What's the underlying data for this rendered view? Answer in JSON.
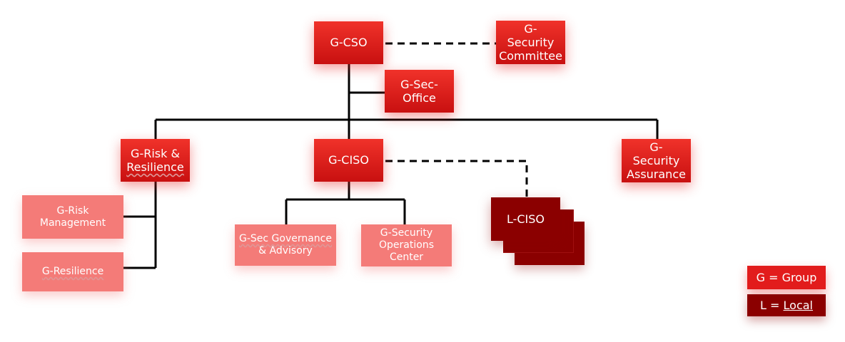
{
  "nodes": {
    "cso": {
      "line1": "G-CSO"
    },
    "committee": {
      "line1": "G-",
      "line2": "Security",
      "line3": "Committee"
    },
    "sec_office": {
      "line1": "G-Sec-",
      "line2": "Office"
    },
    "risk_resilience": {
      "line1": "G-Risk &",
      "line2": "Resilience"
    },
    "ciso": {
      "line1": "G-CISO"
    },
    "assurance": {
      "line1": "G-",
      "line2": "Security",
      "line3": "Assurance"
    },
    "risk_mgmt": {
      "line1": "G-Risk",
      "line2": "Management"
    },
    "resilience": {
      "line1": "G-Resilience"
    },
    "governance": {
      "line1": "G-Sec Governance",
      "line2": "& Advisory"
    },
    "soc": {
      "line1": "G-Security",
      "line2": "Operations",
      "line3": "Center"
    },
    "l_ciso": {
      "line1": "L-CISO"
    }
  },
  "legend": {
    "group": "G = Group",
    "local_prefix": "L = ",
    "local_word": "Local"
  },
  "colors": {
    "group_red": "#e21c1c",
    "light_red": "#f47b78",
    "local_dark": "#8b0000",
    "line": "#000000"
  }
}
